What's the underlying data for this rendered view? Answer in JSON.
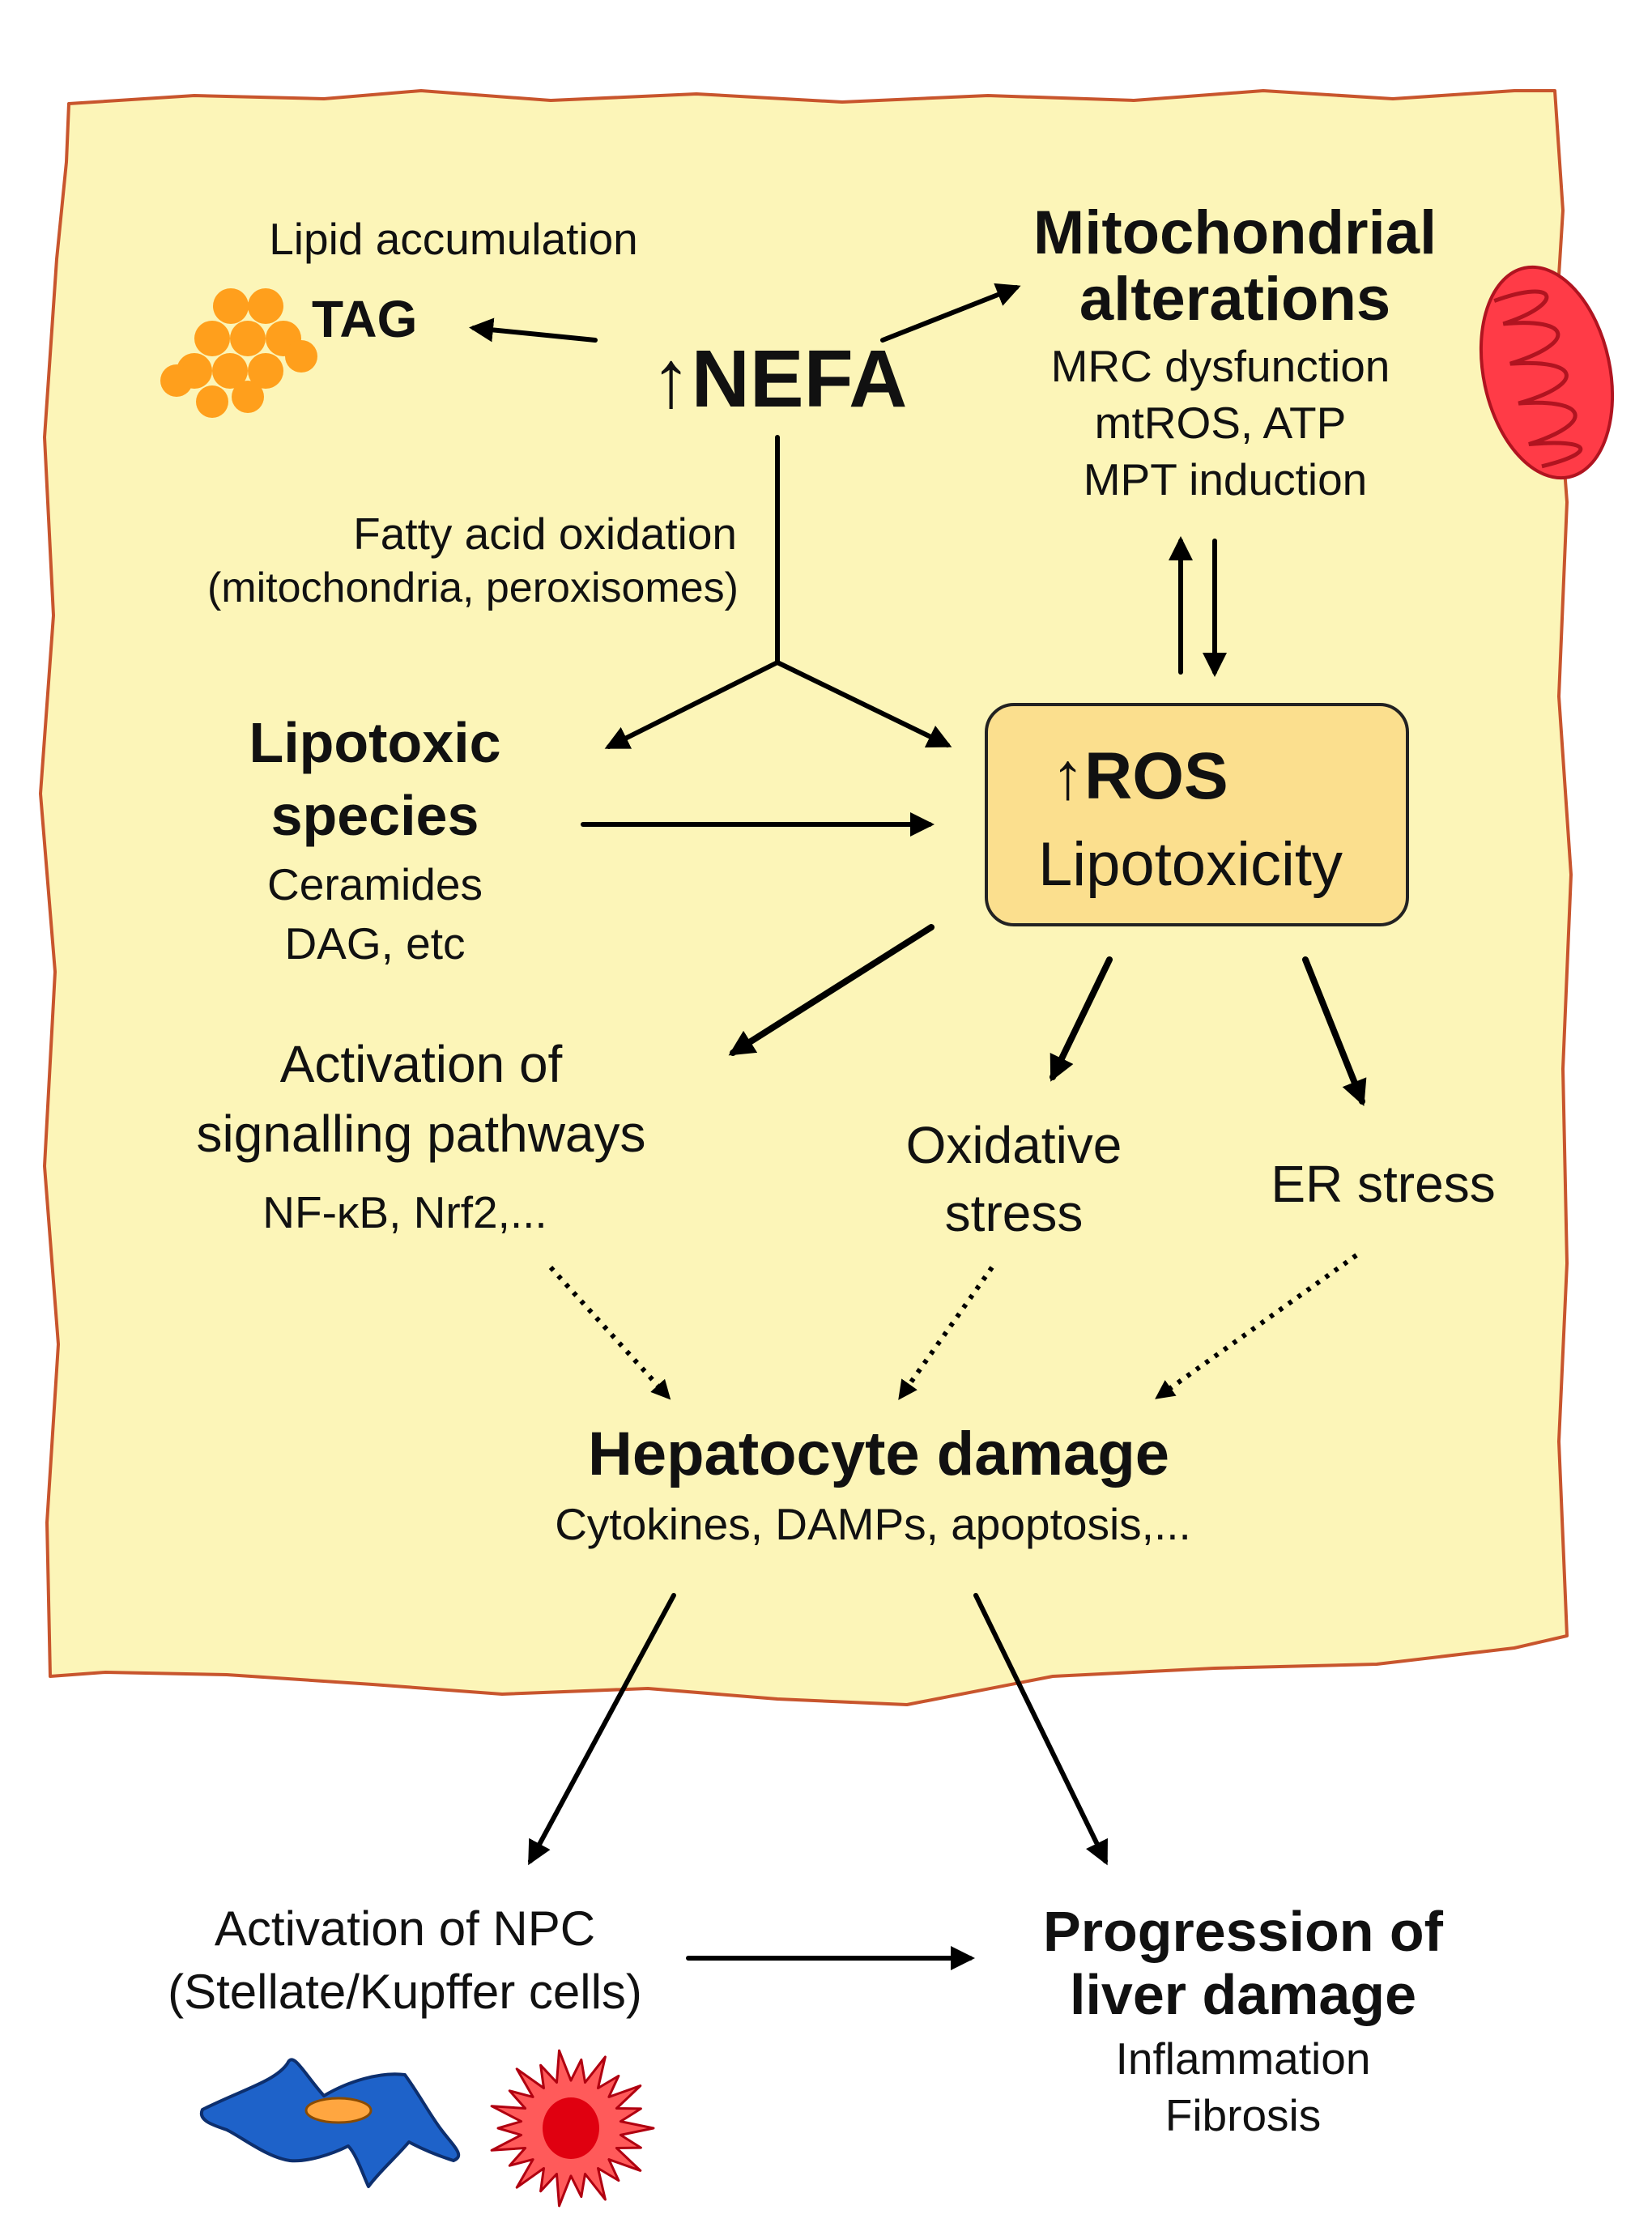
{
  "colors": {
    "cell_fill": "#fcf5b8",
    "cell_border": "#c8552d",
    "ros_box_fill": "#fbdf8e",
    "lipid_droplet": "#ff9f1c",
    "mitochondrion": "#ff3b47",
    "stellate_cell": "#1e62c9",
    "stellate_nucleus": "#ffa640",
    "kupffer_cell": "#ff5a5a",
    "kupffer_nucleus": "#e00010",
    "arrow": "#000000"
  },
  "icons": {
    "lipid": "lipid-droplets-icon",
    "mito": "mitochondrion-icon",
    "stellate": "stellate-cell-icon",
    "kupffer": "kupffer-cell-icon"
  },
  "diagram": {
    "lipid_accumulation": "Lipid accumulation",
    "tag": "TAG",
    "nefa": "↑NEFA",
    "mito": {
      "title_line1": "Mitochondrial",
      "title_line2": "alterations",
      "detail_line1": "MRC dysfunction",
      "detail_line2": "mtROS, ATP",
      "detail_line3": "MPT induction"
    },
    "fatty_acid_line1": "Fatty acid oxidation",
    "fatty_acid_line2": "(mitochondria, peroxisomes)",
    "lipotoxic": {
      "line1": "Lipotoxic",
      "line2": "species",
      "detail_line1": "Ceramides",
      "detail_line2": "DAG, etc"
    },
    "ros_box": {
      "line1": "↑ROS",
      "line2": "Lipotoxicity"
    },
    "signalling": {
      "line1": "Activation of",
      "line2": "signalling pathways",
      "detail": "NF-κB, Nrf2,..."
    },
    "oxidative": {
      "line1": "Oxidative",
      "line2": "stress"
    },
    "er_stress": "ER stress",
    "hepatocyte": {
      "title": "Hepatocyte damage",
      "detail": "Cytokines, DAMPs, apoptosis,..."
    },
    "npc": {
      "line1": "Activation of NPC",
      "line2": "(Stellate/Kupffer cells)"
    },
    "progression": {
      "line1": "Progression of",
      "line2": "liver damage",
      "detail_line1": "Inflammation",
      "detail_line2": "Fibrosis"
    }
  }
}
